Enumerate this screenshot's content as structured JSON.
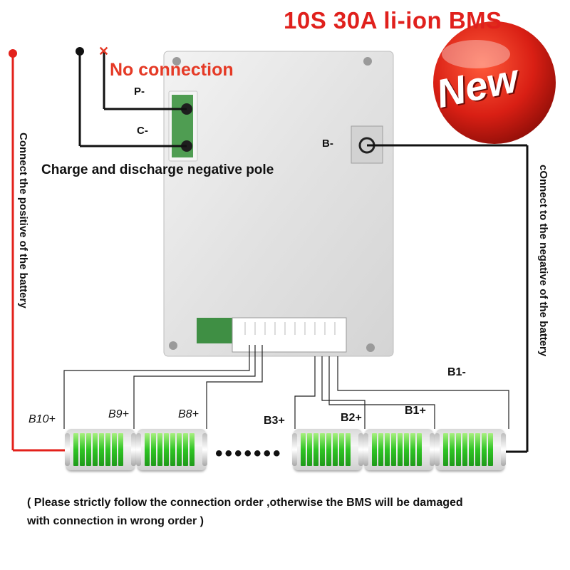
{
  "title": "10S 30A li-ion BMS",
  "badge": "New",
  "no_connection": "No connection",
  "terminals": {
    "p_minus": "P-",
    "c_minus": "C-",
    "b_minus": "B-"
  },
  "charge_discharge_label": "Charge and discharge negative pole",
  "left_side_label": "Connect the positive of the battery",
  "right_side_label": "cOnnect to the negative of the battery",
  "balance_labels": [
    "B10+",
    "B9+",
    "B8+",
    "B3+",
    "B2+",
    "B1+",
    "B1-"
  ],
  "note_line1": "( Please strictly follow the connection order ,otherwise the BMS will be damaged",
  "note_line2": "with connection in wrong order )",
  "colors": {
    "title": "#e0201c",
    "positive_wire": "#e3211b",
    "battery_green": "#2fc424",
    "board": "#e6e6e6"
  }
}
